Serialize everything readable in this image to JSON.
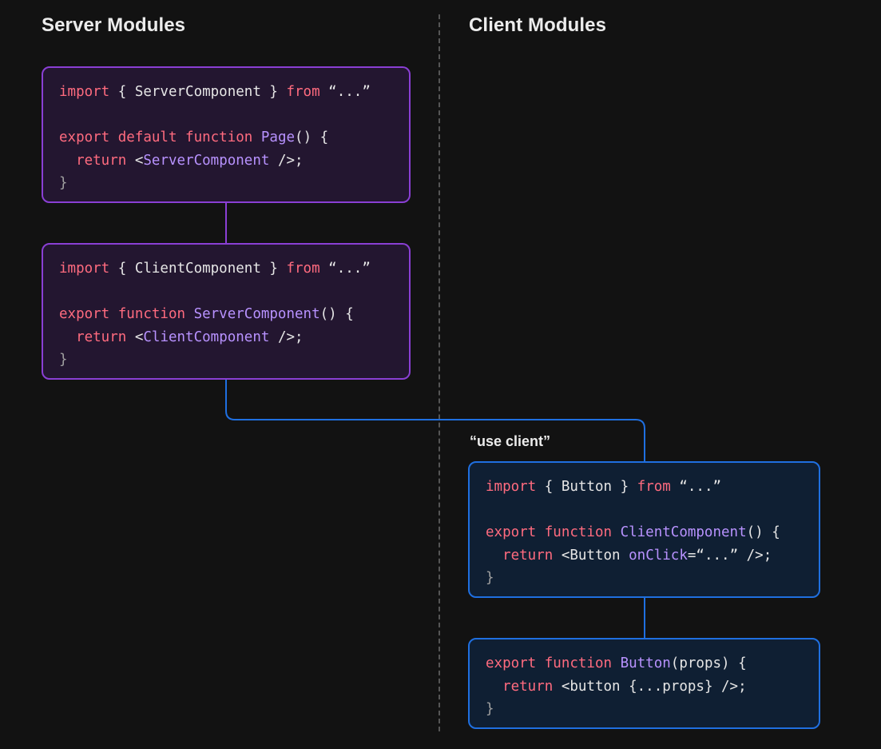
{
  "headings": {
    "server": "Server Modules",
    "client": "Client Modules"
  },
  "directive": "“use client”",
  "colors": {
    "background": "#121212",
    "server_border": "#8a3fd4",
    "server_fill": "#231630",
    "client_border": "#1f6fe0",
    "client_fill": "#0f1f33",
    "keyword": "#ff6b7f",
    "identifier": "#b892ff"
  },
  "modules": {
    "page": {
      "l1": {
        "a": "import",
        "b": " { ServerComponent } ",
        "c": "from",
        "d": " “...”"
      },
      "l2": {
        "a": "export default function ",
        "b": "Page",
        "c": "() {"
      },
      "l3": {
        "a": "  return ",
        "b": "<",
        "c": "ServerComponent",
        "d": " />;"
      },
      "l4": "}"
    },
    "server_component": {
      "l1": {
        "a": "import",
        "b": " { ClientComponent } ",
        "c": "from",
        "d": " “...”"
      },
      "l2": {
        "a": "export function ",
        "b": "ServerComponent",
        "c": "() {"
      },
      "l3": {
        "a": "  return ",
        "b": "<",
        "c": "ClientComponent",
        "d": " />;"
      },
      "l4": "}"
    },
    "client_component": {
      "l1": {
        "a": "import",
        "b": " { Button } ",
        "c": "from",
        "d": " “...”"
      },
      "l2": {
        "a": "export function ",
        "b": "ClientComponent",
        "c": "() {"
      },
      "l3": {
        "a": "  return ",
        "b": "<Button ",
        "c": "onClick",
        "d": "=“...” />;"
      },
      "l4": "}"
    },
    "button": {
      "l1": {
        "a": "export function ",
        "b": "Button",
        "c": "(props) {"
      },
      "l2": {
        "a": "  return ",
        "b": "<button {...props} />;"
      },
      "l3": "}"
    }
  }
}
